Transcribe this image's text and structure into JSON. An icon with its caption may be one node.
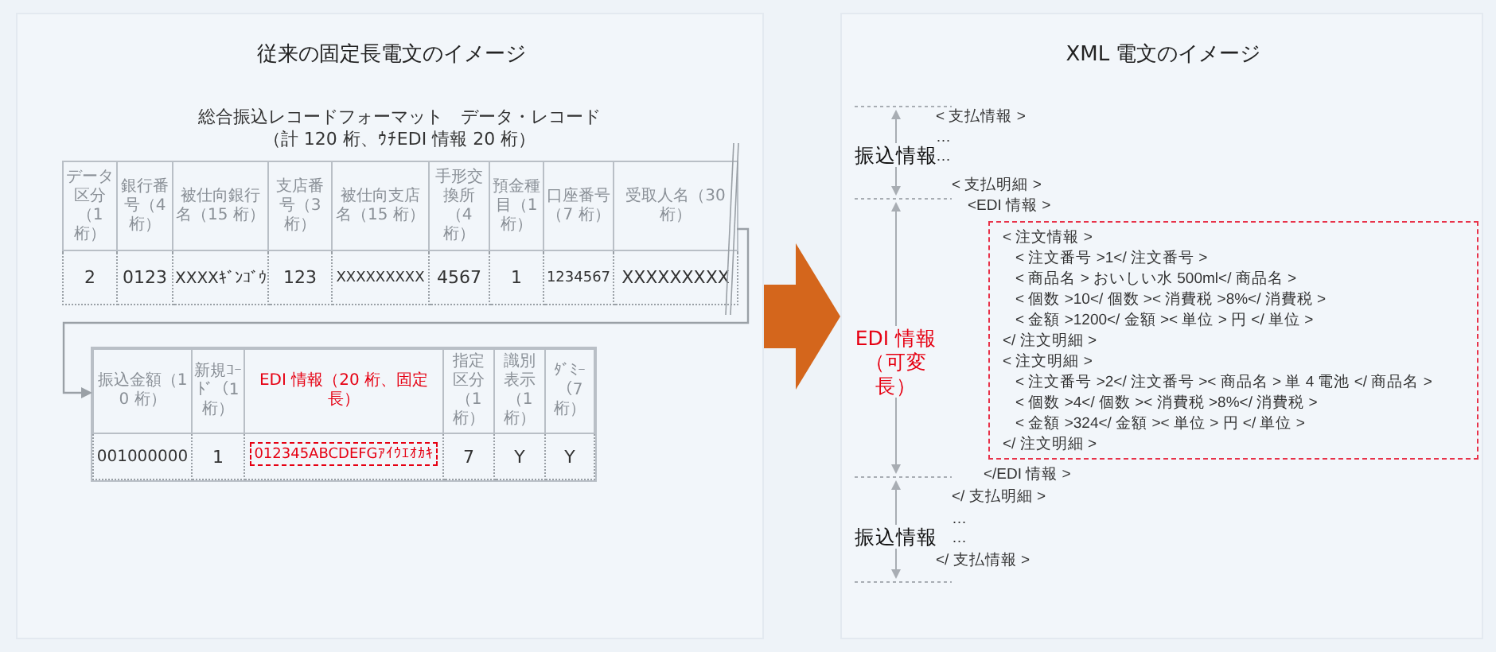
{
  "diagram": {
    "nodes": [
      {
        "text": [
          "従来の固定長電文のイメージ"
        ]
      },
      {
        "text": [
          "総合振込レコードフォーマット　データ・レコード",
          "（計 120 桁、ｳﾁEDI 情報 20 桁）"
        ],
        "in": 0
      },
      {
        "text": [],
        "shape": "box",
        "in": 0
      },
      {
        "text": [
          "XML 電文のイメージ"
        ]
      },
      {
        "text": [
          "< 注文情報 >",
          "< 注文番号 >1</ 注文番号 >",
          "< 商品名 > おいしい水 500ml</ 商品名 >",
          "< 個数 >10</ 個数 >< 消費税 >8%</ 消費税 >",
          "< 金額 >1200</ 金額 >< 単位 > 円 </ 単位 >",
          "</ 注文明細 >",
          "< 注文明細 >",
          "< 注文番号 >2</ 注文番号 >< 商品名 > 単 4 電池 </ 商品名 >",
          "< 個数 >4</ 個数 >< 消費税 >8%</ 消費税 >",
          "< 金額 >324</ 金額 >< 単位 > 円 </ 単位 >",
          "</ 注文明細 >"
        ],
        "in": 3
      }
    ],
    "edges": [
      {
        "from": 1,
        "to": 2,
        "arrow": "to"
      },
      {
        "from": 0,
        "to": 3,
        "arrow": "to",
        "style": "thick",
        "color": "#d4661c"
      }
    ],
    "labels": [
      "データ区分（1 桁）",
      "銀行番号（4 桁）",
      "被仕向銀行名（15 桁）",
      "支店番号（3 桁）",
      "被仕向支店名（15 桁）",
      "手形交換所（4 桁）",
      "預金種目（1 桁）",
      "口座番号（7 桁）",
      "受取人名（30 桁）",
      "2",
      "0123",
      "XXXXｷﾞﾝｺﾞｳ",
      "123",
      "XXXXXXXXX",
      "4567",
      "1",
      "1234567",
      "XXXXXXXXX",
      "振込金額（10 桁）",
      "新規ｺｰﾄﾞ（1 桁）",
      "EDI 情報（20 桁、固定長）",
      "指定区分（1 桁）",
      "識別表示（1 桁）",
      "ﾀﾞﾐｰ（7 桁）",
      "001000000",
      "1",
      "012345ABCDEFGｱｲｳｴｵｶｷ",
      "7",
      "Y",
      "Y",
      "< 支払情報 >",
      "…",
      "…",
      "< 支払明細 >",
      "<EDI 情報 >",
      "</EDI 情報 >",
      "</ 支払明細 >",
      "…",
      "…",
      "</ 支払情報 >",
      "振込情報",
      "EDI 情報（可変長）",
      "振込情報"
    ]
  }
}
